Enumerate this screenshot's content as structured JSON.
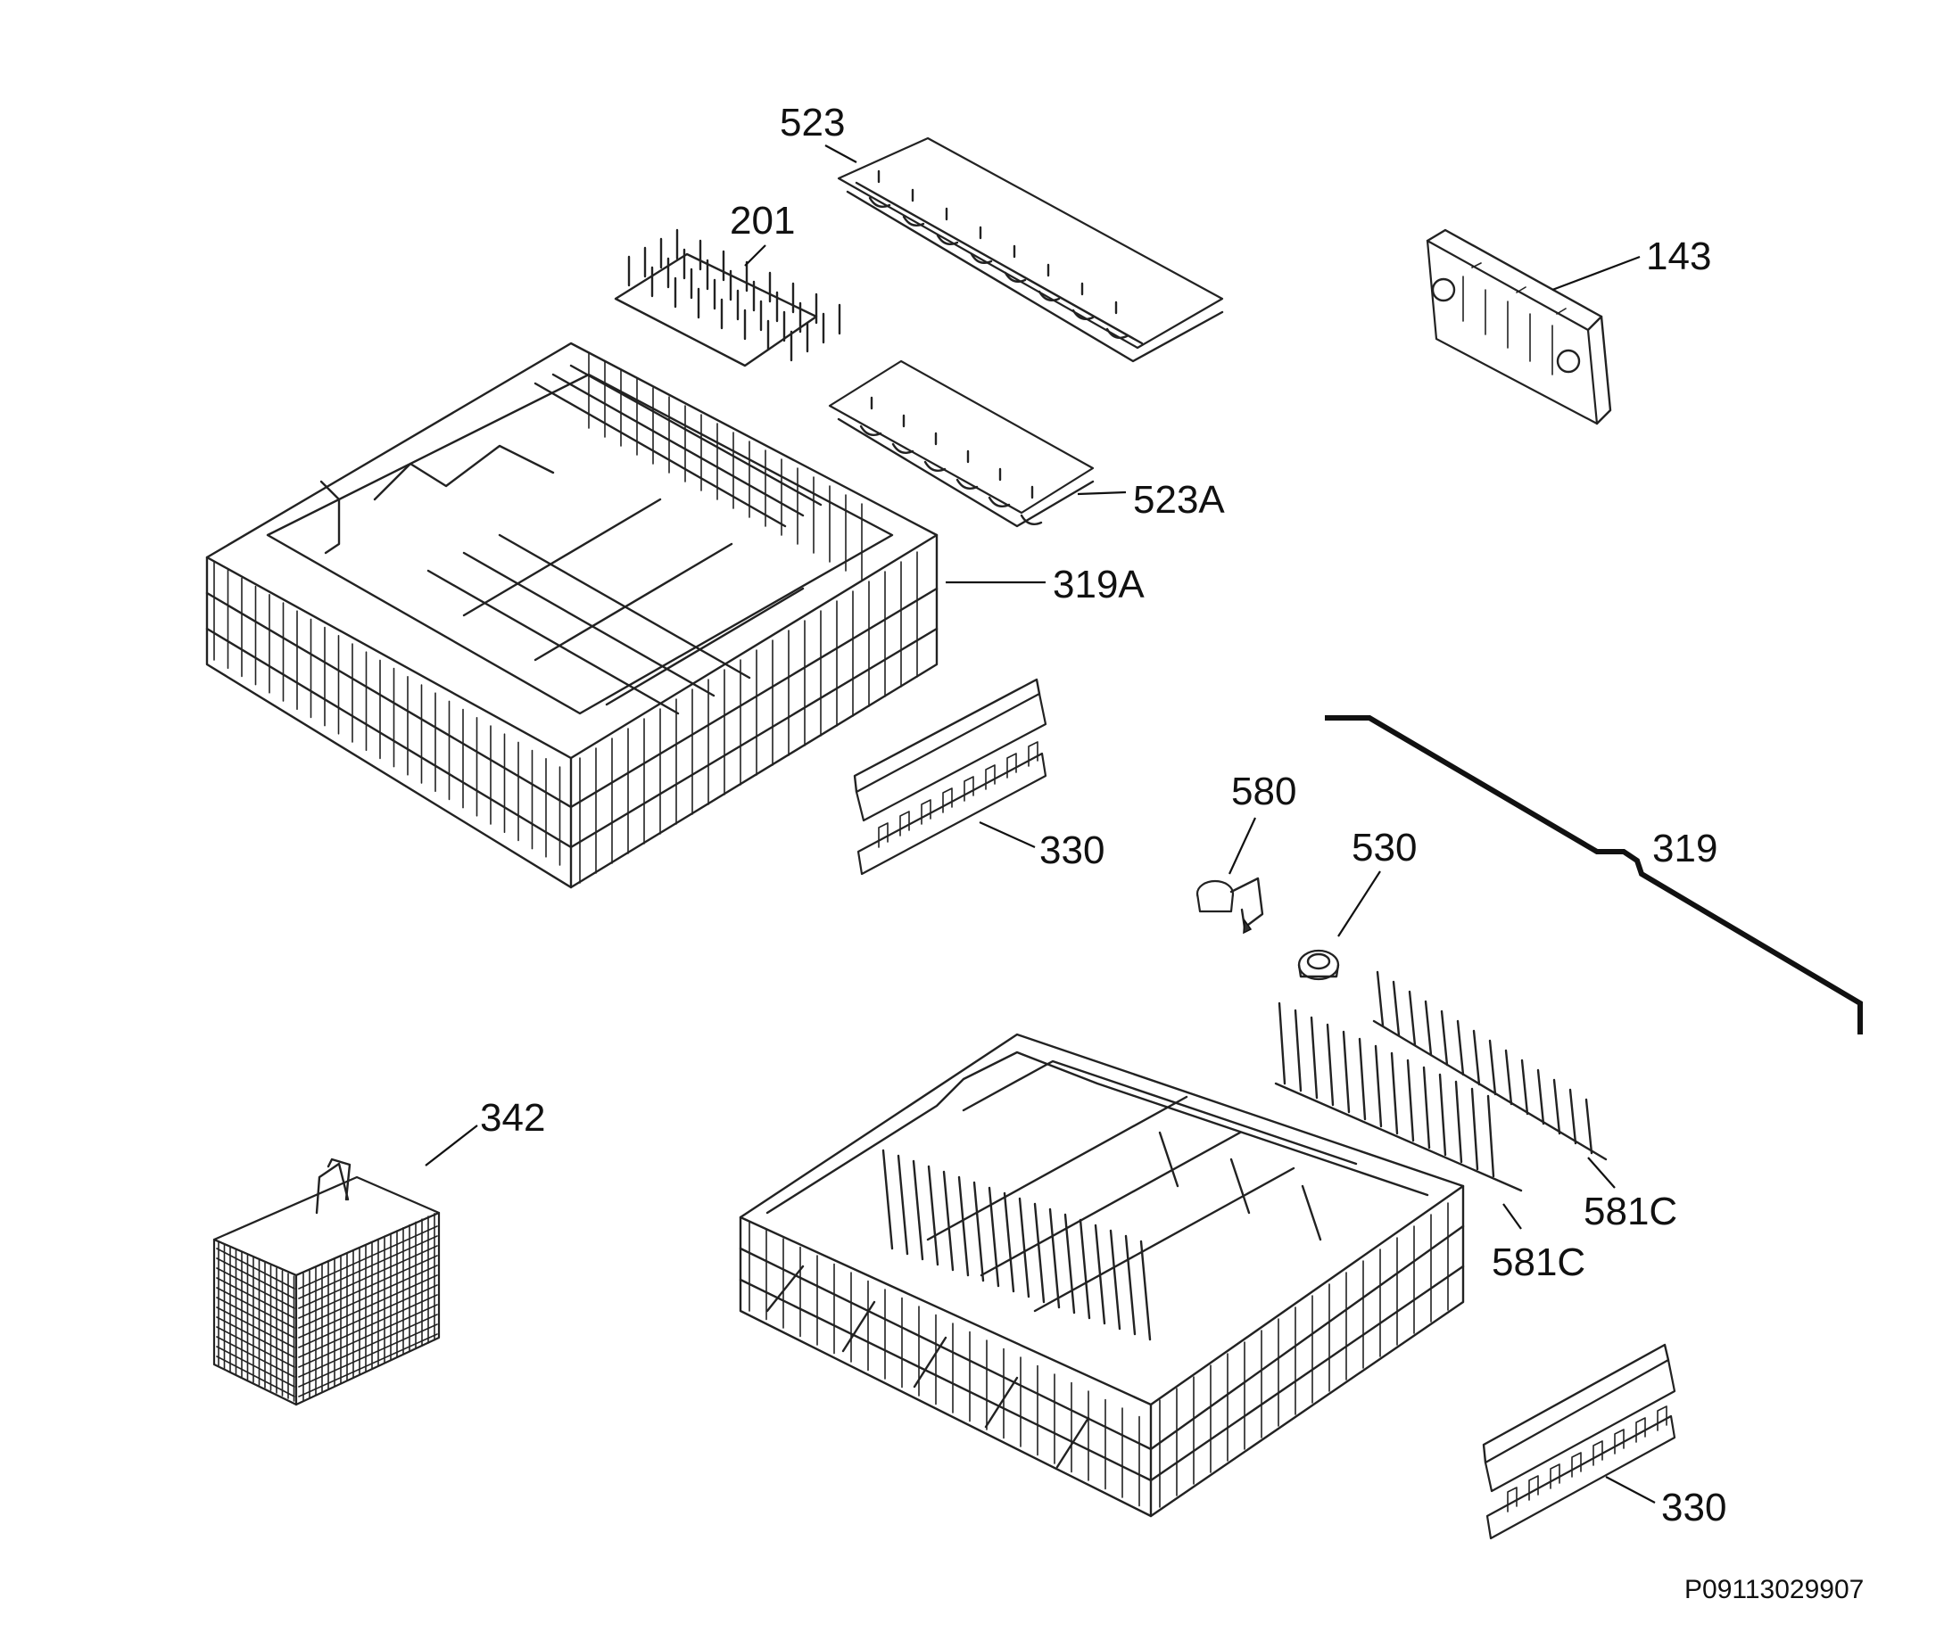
{
  "diagram": {
    "parts": [
      {
        "id": "523",
        "label": "523"
      },
      {
        "id": "201",
        "label": "201"
      },
      {
        "id": "143",
        "label": "143"
      },
      {
        "id": "523A",
        "label": "523A"
      },
      {
        "id": "319A",
        "label": "319A"
      },
      {
        "id": "330-upper",
        "label": "330"
      },
      {
        "id": "580",
        "label": "580"
      },
      {
        "id": "530",
        "label": "530"
      },
      {
        "id": "319",
        "label": "319"
      },
      {
        "id": "342",
        "label": "342"
      },
      {
        "id": "581C-right",
        "label": "581C"
      },
      {
        "id": "581C-left",
        "label": "581C"
      },
      {
        "id": "330-lower",
        "label": "330"
      }
    ],
    "drawing_code": "P09113029907",
    "colors": {
      "line": "#222222",
      "background": "#ffffff"
    }
  }
}
